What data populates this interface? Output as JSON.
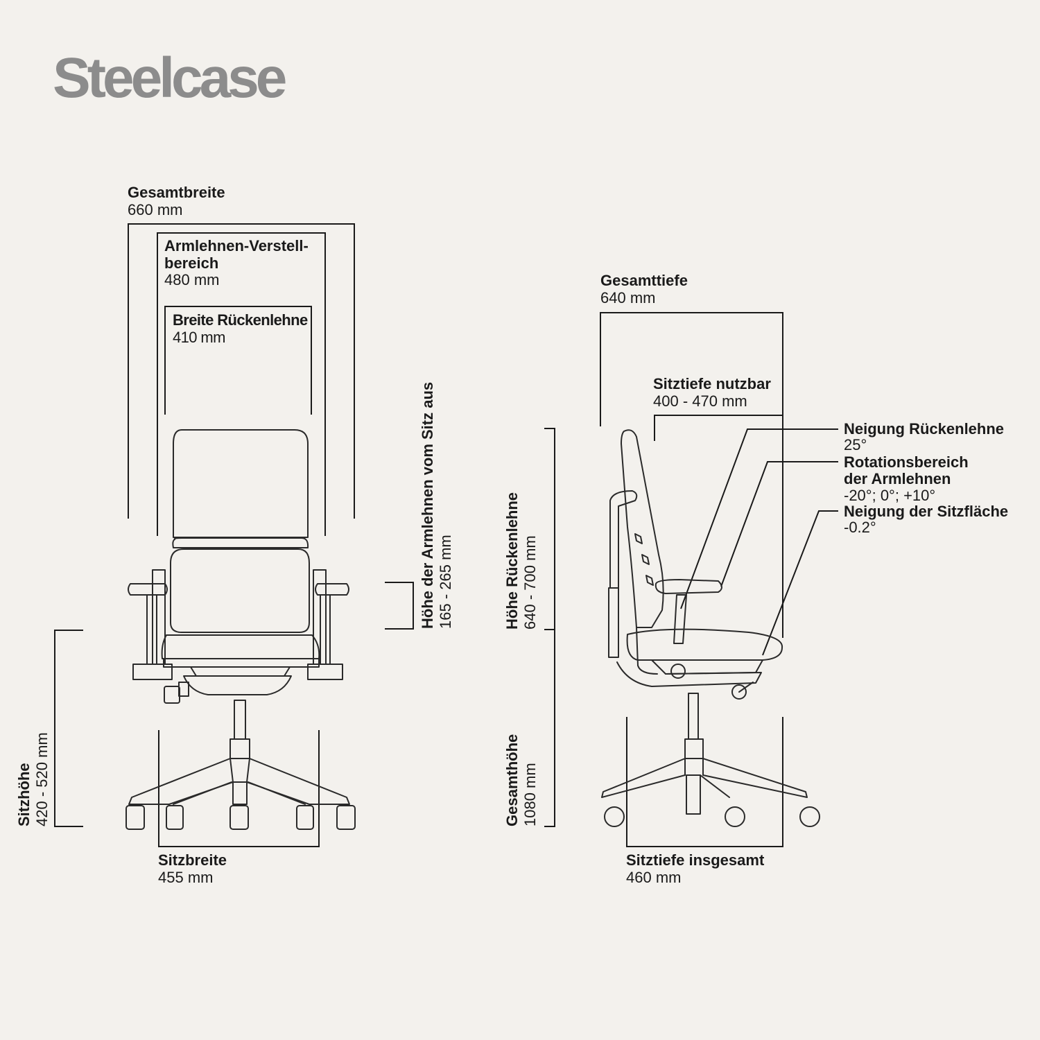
{
  "brand": {
    "logo_text": "Steelcase"
  },
  "front_view": {
    "overall_width": {
      "title": "Gesamtbreite",
      "value": "660 mm"
    },
    "armrest_range": {
      "title_line1": "Armlehnen-Verstell-",
      "title_line2": "bereich",
      "value": "480 mm"
    },
    "backrest_width": {
      "title": "Breite Rückenlehne",
      "value": "410 mm"
    },
    "armrest_height": {
      "title": "Höhe der Armlehnen vom Sitz aus",
      "value": "165 - 265 mm"
    },
    "seat_height": {
      "title": "Sitzhöhe",
      "value": "420 - 520 mm"
    },
    "seat_width": {
      "title": "Sitzbreite",
      "value": "455 mm"
    }
  },
  "side_view": {
    "overall_depth": {
      "title": "Gesamttiefe",
      "value": "640 mm"
    },
    "usable_seat_depth": {
      "title": "Sitztiefe nutzbar",
      "value": "400 - 470 mm"
    },
    "backrest_tilt": {
      "title": "Neigung Rückenlehne",
      "value": "25°"
    },
    "armrest_rotation": {
      "title_line1": "Rotationsbereich",
      "title_line2": "der Armlehnen",
      "value": "-20°; 0°; +10°"
    },
    "seat_tilt": {
      "title": "Neigung der Sitzfläche",
      "value": "-0.2°"
    },
    "backrest_height": {
      "title": "Höhe Rückenlehne",
      "value": "640 - 700 mm"
    },
    "overall_height": {
      "title": "Gesamthöhe",
      "value": "1080 mm"
    },
    "total_seat_depth": {
      "title": "Sitztiefe insgesamt",
      "value": "460 mm"
    }
  }
}
